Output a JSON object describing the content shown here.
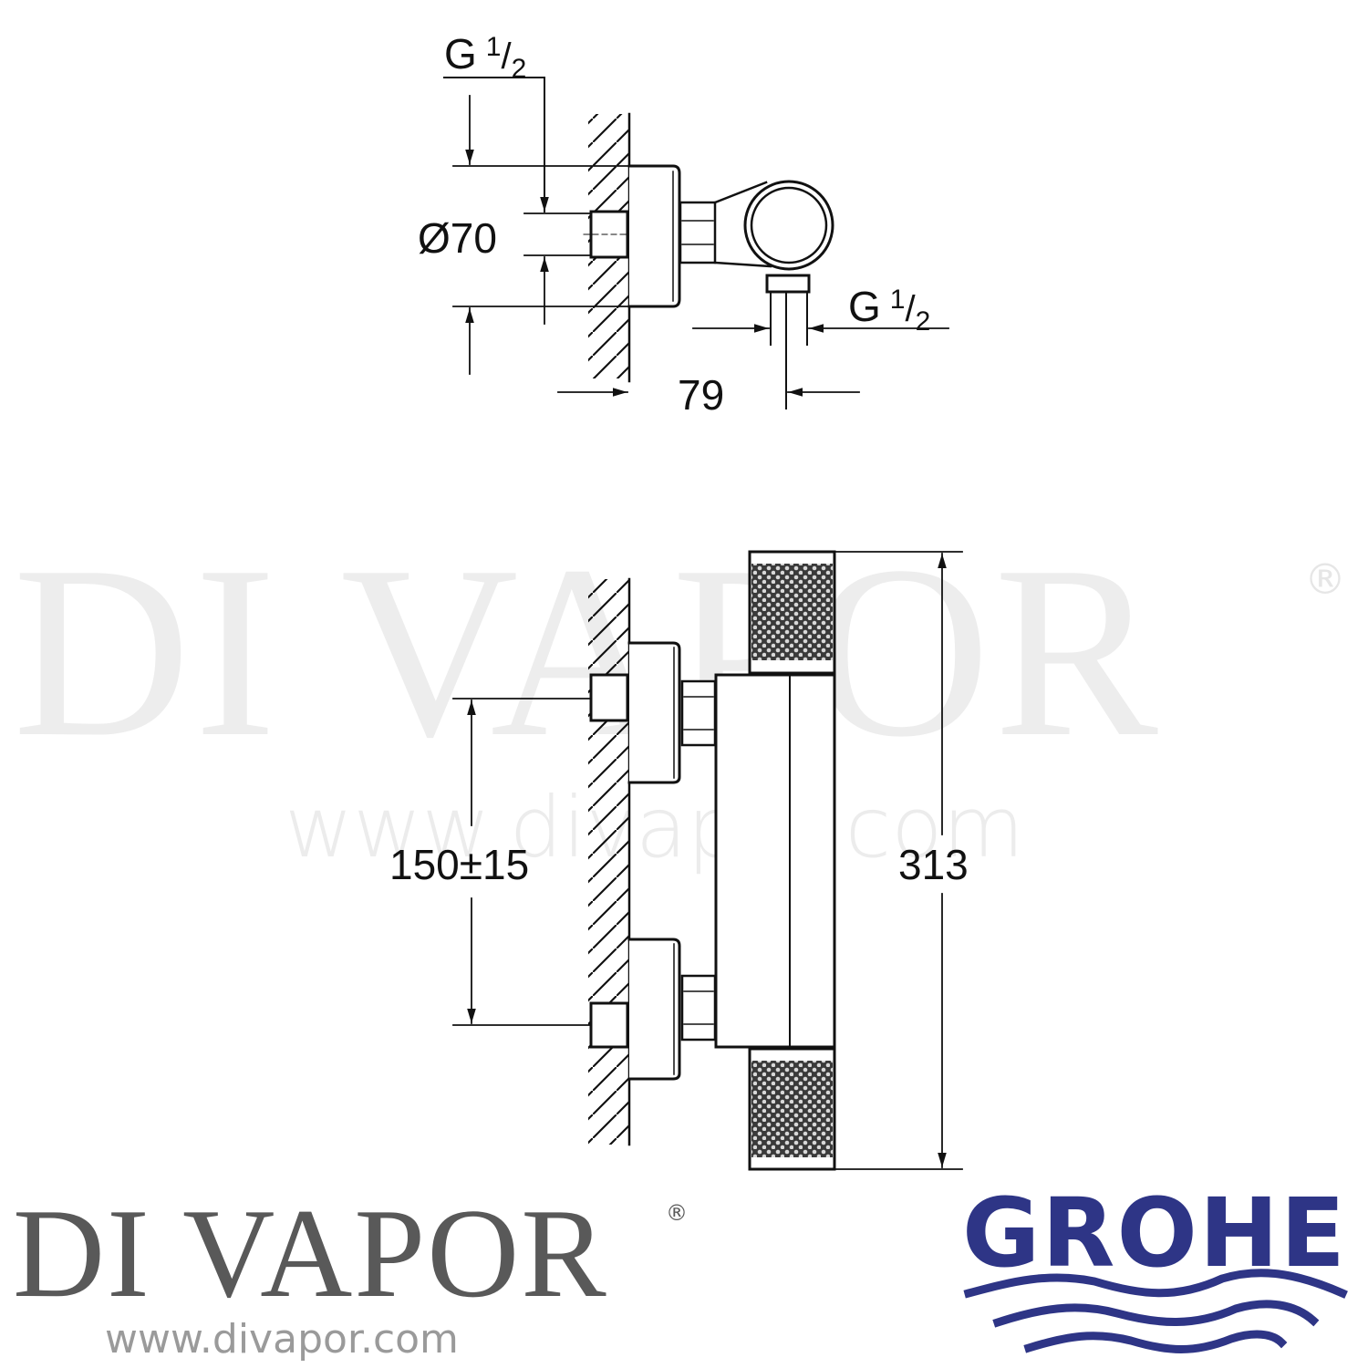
{
  "watermark": {
    "brand": "DI VAPOR",
    "registered": "®",
    "url": "www.divapor.com",
    "color": "#ededed"
  },
  "top_view": {
    "inlet_thread_label": {
      "prefix": "G",
      "numerator": "1",
      "slash": "/",
      "denominator": "2"
    },
    "diameter_label": "Ø70",
    "outlet_thread_label": {
      "prefix": "G",
      "numerator": "1",
      "slash": "/",
      "denominator": "2"
    },
    "depth_label": "79"
  },
  "front_view": {
    "centres_label": "150±15",
    "height_label": "313"
  },
  "footer": {
    "divapor_logo": {
      "text": "DI VAPOR",
      "registered": "®",
      "url": "www.divapor.com",
      "color": "#595959"
    },
    "grohe_logo": {
      "text": "GROHE",
      "color": "#2e3586"
    }
  },
  "colors": {
    "line": "#111111",
    "background": "#ffffff"
  }
}
